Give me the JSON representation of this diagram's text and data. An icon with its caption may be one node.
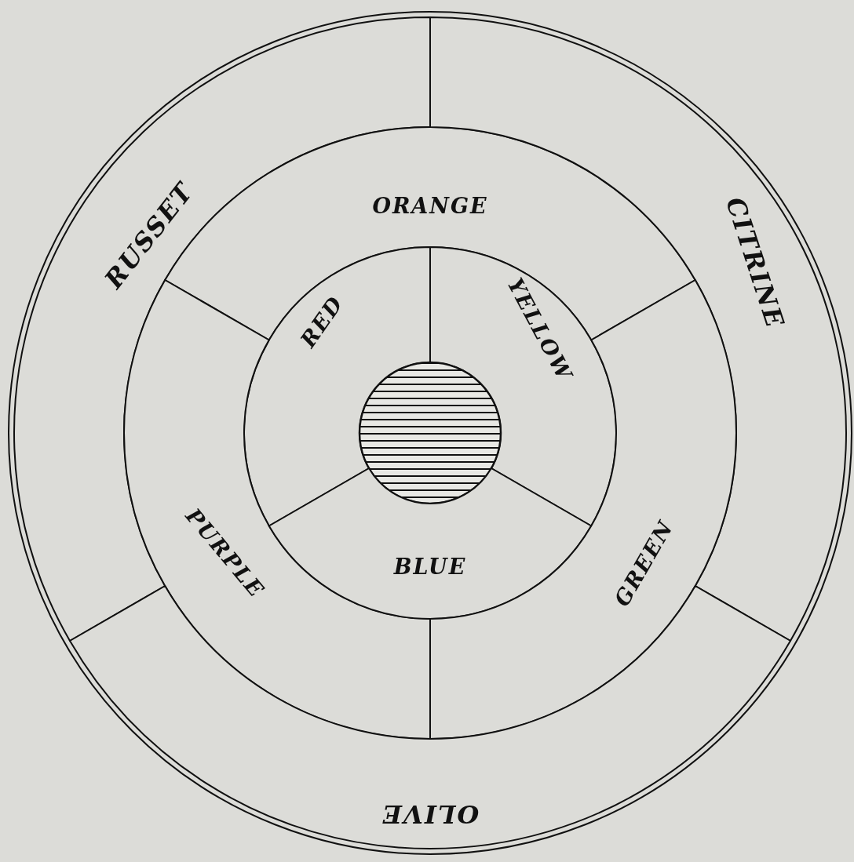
{
  "diagram": {
    "nodes": [
      {
        "text": [
          "RUSSET"
        ]
      },
      {
        "text": [
          "ORANGE"
        ]
      },
      {
        "text": [
          "CITRINE"
        ]
      },
      {
        "text": [
          "RED"
        ]
      },
      {
        "text": [
          "YELLOW"
        ]
      },
      {
        "text": [],
        "shape": "circle"
      },
      {
        "text": [
          "PURPLE"
        ]
      },
      {
        "text": [
          "BLUE"
        ]
      },
      {
        "text": [
          "GREEN"
        ]
      },
      {
        "text": [
          "OLIVE"
        ]
      }
    ]
  }
}
